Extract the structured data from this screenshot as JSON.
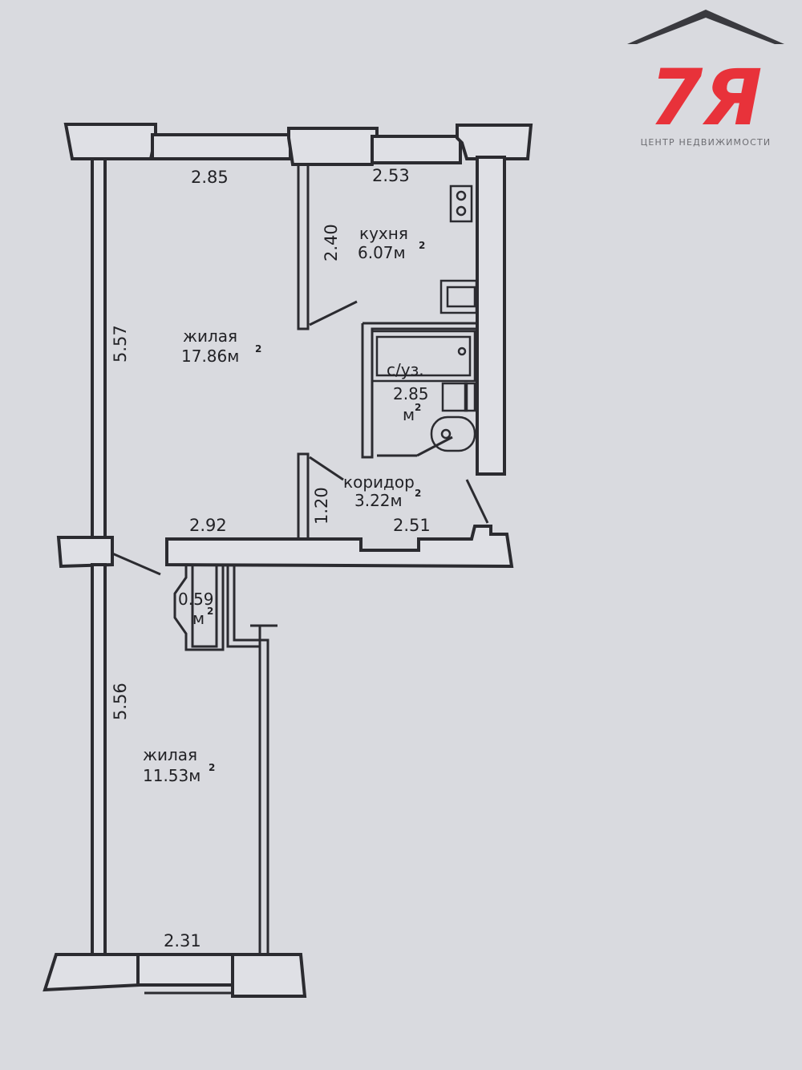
{
  "logo": {
    "mark": "7Я",
    "caption": "ЦЕНТР НЕДВИЖИМОСТИ",
    "roof_color": "#3a3a3f",
    "mark_color": "#e8323a"
  },
  "rooms": {
    "kitchen": {
      "name": "кухня",
      "area": "6.07м",
      "sup": "2"
    },
    "living_big": {
      "name": "жилая",
      "area": "17.86м",
      "sup": "2"
    },
    "bathroom": {
      "name": "с/уз.",
      "area": "2.85",
      "unit": "м",
      "sup": "2"
    },
    "corridor": {
      "name": "коридор",
      "area": "3.22м",
      "sup": "2"
    },
    "closet": {
      "area": "0.59",
      "unit": "м",
      "sup": "2"
    },
    "living_small": {
      "name": "жилая",
      "area": "11.53м",
      "sup": "2"
    }
  },
  "dimensions": {
    "top_left": "2.85",
    "top_right": "2.53",
    "kitchen_side": "2.40",
    "left_upper": "5.57",
    "left_lower": "5.56",
    "corridor_width": "2.92",
    "corridor_side": "1.20",
    "corridor_right": "2.51",
    "bottom": "2.31"
  },
  "colors": {
    "paper": "#d9dadf",
    "ink": "#2b2b30"
  }
}
